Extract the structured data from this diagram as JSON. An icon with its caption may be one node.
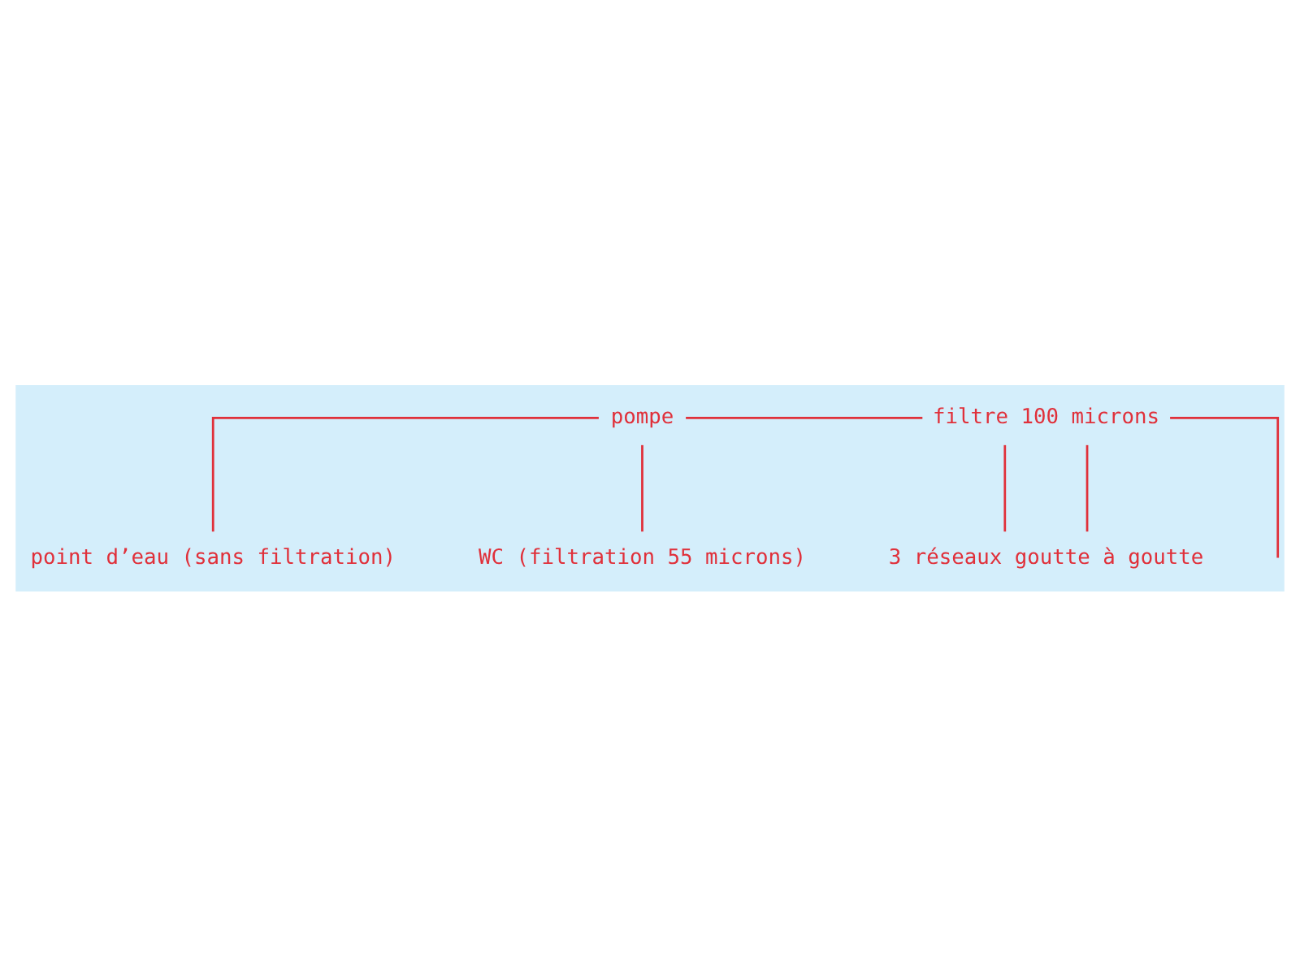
{
  "diagram": {
    "nodes": [
      {
        "text": [
          "pompe"
        ]
      },
      {
        "text": [
          "filtre 100 microns"
        ]
      },
      {
        "text": [
          "point d’eau (sans filtration)"
        ]
      },
      {
        "text": [
          "WC (filtration 55 microns)"
        ]
      },
      {
        "text": [
          "3 réseaux goutte à goutte"
        ]
      }
    ],
    "edges": [
      {
        "from": 0,
        "to": 1,
        "arrow": "none"
      },
      {
        "from": 0,
        "to": 2,
        "arrow": "none"
      },
      {
        "from": 0,
        "to": 3,
        "arrow": "none"
      },
      {
        "from": 1,
        "to": 4,
        "arrow": "none"
      },
      {
        "from": 1,
        "to": 4,
        "arrow": "none"
      },
      {
        "from": 1,
        "to": null,
        "arrow": "none"
      }
    ]
  }
}
